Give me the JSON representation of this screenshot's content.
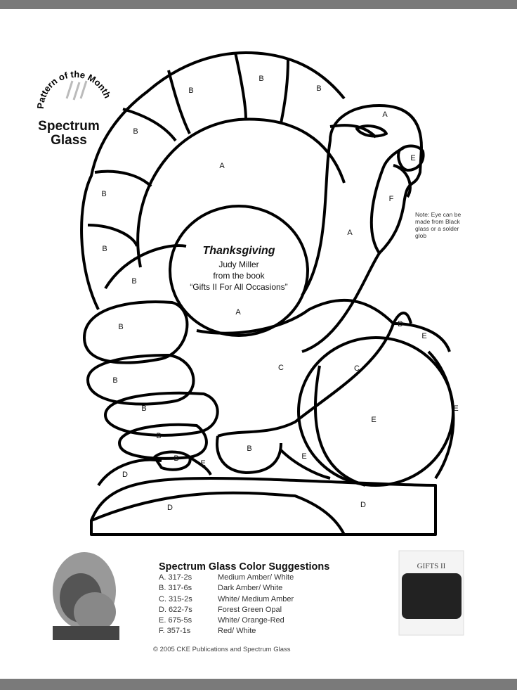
{
  "logo": {
    "arc_text": "Pattern of the Month",
    "brand_line1": "Spectrum",
    "brand_line2": "Glass"
  },
  "pattern": {
    "title": "Thanksgiving",
    "author": "Judy Miller",
    "from": "from the book",
    "book": "“Gifts II For All Occasions”",
    "note": "Note: Eye can be made from Black glass or a solder glob",
    "labels": [
      "A",
      "B",
      "C",
      "D",
      "E",
      "F"
    ]
  },
  "suggestions": {
    "heading": "Spectrum Glass Color Suggestions",
    "items": [
      {
        "code": "A.  317-2s",
        "name": "Medium Amber/ White"
      },
      {
        "code": "B.  317-6s",
        "name": "Dark Amber/ White"
      },
      {
        "code": "C.  315-2s",
        "name": "White/ Medium Amber"
      },
      {
        "code": "D.  622-7s",
        "name": "Forest Green Opal"
      },
      {
        "code": "E.  675-5s",
        "name": "White/ Orange-Red"
      },
      {
        "code": "F.  357-1s",
        "name": "Red/ White"
      }
    ]
  },
  "book_cover": {
    "title": "GIFTS II"
  },
  "copyright": "© 2005 CKE Publications and Spectrum Glass"
}
